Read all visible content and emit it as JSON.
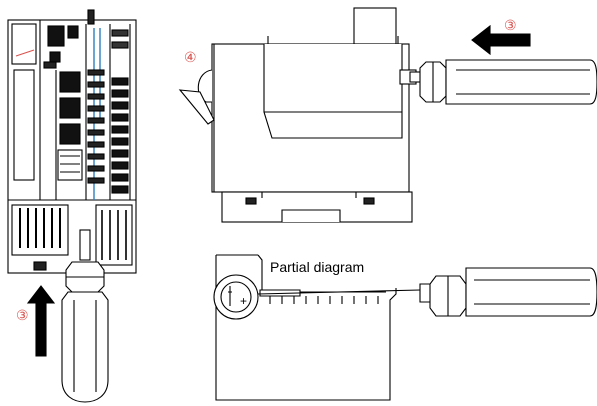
{
  "labels": {
    "step_bottom": "③",
    "step_top": "③",
    "step_four": "④",
    "partial": "Partial diagram",
    "plus": "+"
  },
  "colors": {
    "accent": "#d9534f",
    "line": "#000000",
    "cable": "#2e7dbf"
  }
}
